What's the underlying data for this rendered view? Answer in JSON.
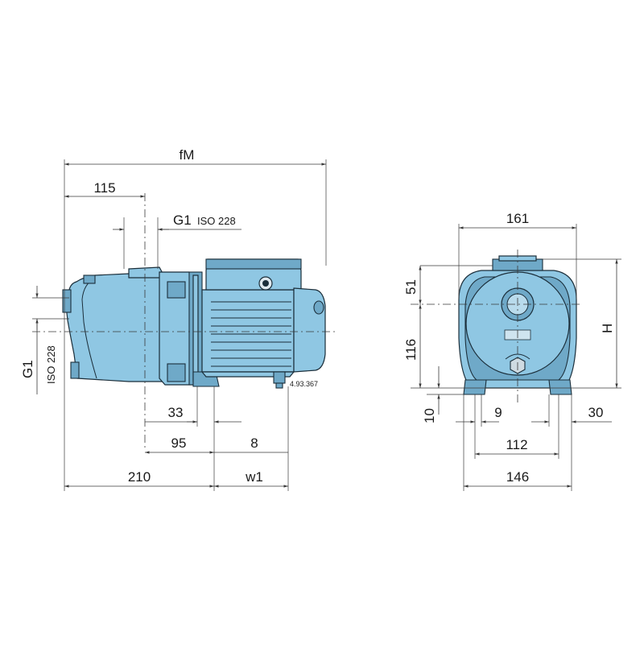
{
  "title": "",
  "side_view": {
    "overall_length_label": "fM",
    "dim_115": "115",
    "outlet_label": "G1",
    "outlet_std": "ISO 228",
    "inlet_label": "G1",
    "inlet_std": "ISO 228",
    "dim_33": "33",
    "dim_95": "95",
    "dim_8": "8",
    "dim_210": "210",
    "dim_w1": "w1",
    "ref_code": "4.93.367"
  },
  "front_view": {
    "dim_161": "161",
    "dim_51": "51",
    "dim_116": "116",
    "dim_H": "H",
    "dim_10": "10",
    "dim_9": "9",
    "dim_30": "30",
    "dim_112": "112",
    "dim_146": "146"
  },
  "colors": {
    "pump_body": "#8fc7e3",
    "pump_shade": "#6fa9c8",
    "outline": "#1b2e3a"
  }
}
